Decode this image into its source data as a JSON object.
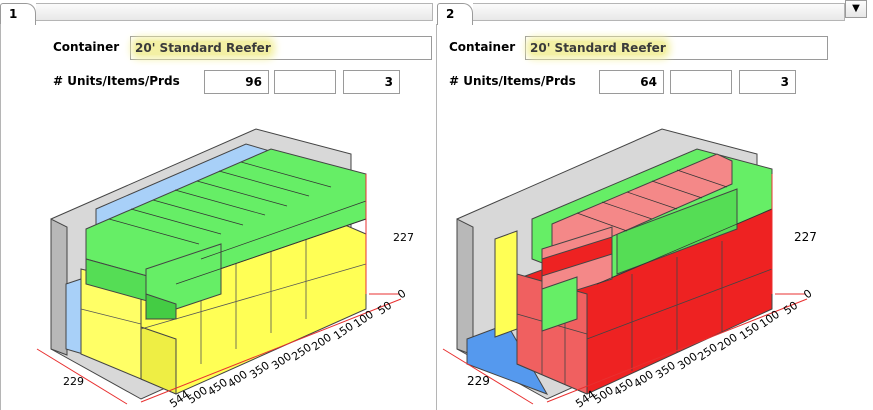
{
  "tabs": [
    {
      "label": "1"
    },
    {
      "label": "2"
    }
  ],
  "dropdown_glyph": "▼",
  "panels": [
    {
      "container_label": "Container",
      "container_value": "20' Standard Reefer",
      "units_label": "# Units/Items/Prds",
      "units": "96",
      "items": "",
      "prds": "3",
      "axis_height_label": "227",
      "axis_width_label": "229",
      "length_ticks": [
        "0",
        "50",
        "100",
        "150",
        "200",
        "250",
        "300",
        "350",
        "400",
        "450",
        "500",
        "544"
      ]
    },
    {
      "container_label": "Container",
      "container_value": "20' Standard Reefer",
      "units_label": "# Units/Items/Prds",
      "units": "64",
      "items": "",
      "prds": "3",
      "axis_height_label": "227",
      "axis_width_label": "229",
      "length_ticks": [
        "0",
        "50",
        "100",
        "150",
        "200",
        "250",
        "300",
        "350",
        "400",
        "450",
        "500",
        "544"
      ]
    }
  ],
  "colors": {
    "yellow": "#ffff55",
    "green": "#66ee66",
    "red": "#ee2222",
    "pink": "#f48888",
    "blue": "#a8d0f8",
    "axis": "#e83030"
  }
}
